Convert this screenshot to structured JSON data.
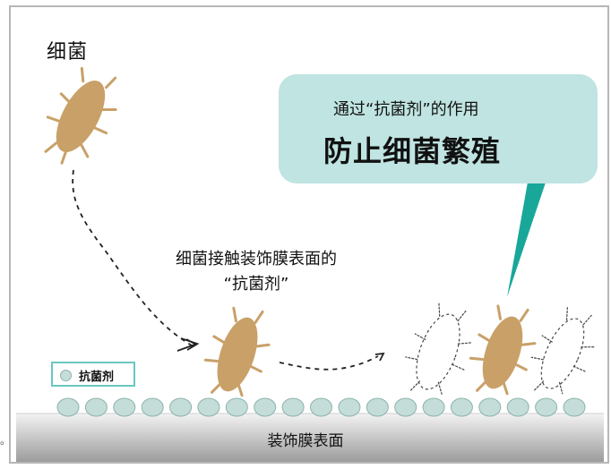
{
  "title": "细菌",
  "caption": {
    "line1": "细菌接触装饰膜表面的",
    "line2": "“抗菌剂”"
  },
  "bubble": {
    "line1": "通过“抗菌剂”的作用",
    "line2": "防止细菌繁殖"
  },
  "legend": {
    "label": "抗菌剂"
  },
  "surface": {
    "label": "装饰膜表面"
  },
  "side_mark": "。",
  "colors": {
    "bacteria": "#c9a068",
    "bubble": "#bfe4e1",
    "bubble_tail": "#19a79a",
    "agent": "#c4ddd9",
    "agent_outline": "#8eb3ad",
    "surface_top": "#f3f3f3",
    "surface_bottom": "#9c9c9c",
    "frame": "#b7b7b7"
  },
  "icons": {
    "bacteria": "rod-bacterium-icon",
    "agent": "antibacterial-agent-dot-icon"
  }
}
